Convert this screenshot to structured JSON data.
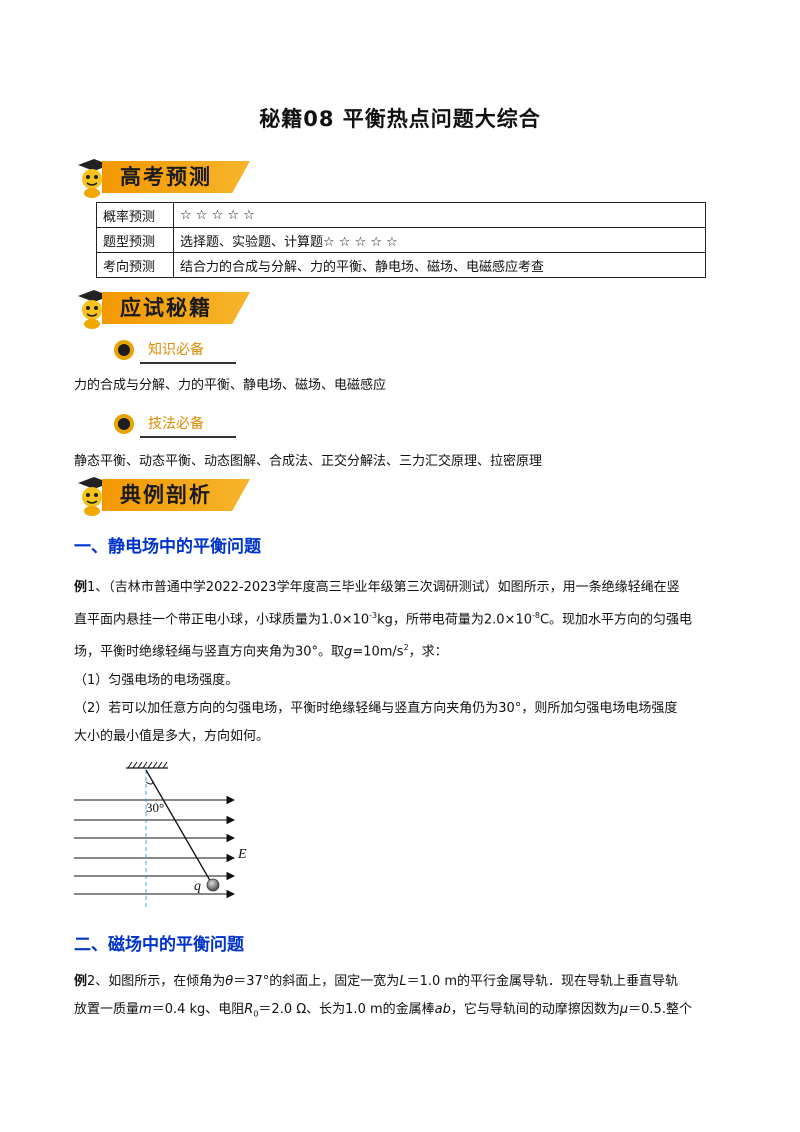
{
  "title": "秘籍08  平衡热点问题大综合",
  "banners": {
    "forecast": "高考预测",
    "tips": "应试秘籍",
    "examples": "典例剖析"
  },
  "table": {
    "rows": [
      {
        "key": "概率预测",
        "value": "☆ ☆ ☆ ☆ ☆"
      },
      {
        "key": "题型预测",
        "value": "选择题、实验题、计算题☆ ☆ ☆ ☆ ☆"
      },
      {
        "key": "考向预测",
        "value": "结合力的合成与分解、力的平衡、静电场、磁场、电磁感应考查"
      }
    ]
  },
  "knowledge": {
    "label": "知识必备",
    "text": "力的合成与分解、力的平衡、静电场、磁场、电磁感应"
  },
  "skills": {
    "label": "技法必备",
    "text": "静态平衡、动态平衡、动态图解、合成法、正交分解法、三力汇交原理、拉密原理"
  },
  "section1": {
    "heading": "一、静电场中的平衡问题",
    "ex_label": "例",
    "ex_num": "1、",
    "p1a": "（吉林市普通中学2022-2023学年度高三毕业年级第三次调研测试）如图所示，用一条绝缘轻绳在竖",
    "p1b_pre": "直平面内悬挂一个带正电小球，小球质量为1.0×10",
    "p1b_exp1": "-3",
    "p1b_mid": "kg，所带电荷量为2.0×10",
    "p1b_exp2": "-8",
    "p1b_post": "C。现加水平方向的匀强电",
    "p1c_pre": "场，平衡时绝缘轻绳与竖直方向夹角为30°。取",
    "p1c_g": "g",
    "p1c_mid": "=10m/s",
    "p1c_exp": "2",
    "p1c_post": "，求：",
    "q1": "（1）匀强电场的电场强度。",
    "q2a": "（2）若可以加任意方向的匀强电场，平衡时绝缘轻绳与竖直方向夹角仍为30°，则所加匀强电场电场强度",
    "q2b": "大小的最小值是多大，方向如何。"
  },
  "figure": {
    "angle": "30°",
    "field": "E",
    "charge": "q"
  },
  "section2": {
    "heading": "二、磁场中的平衡问题",
    "ex_label": "例",
    "l1_pre": "2、如图所示，在倾角为",
    "l1_theta": "θ",
    "l1_mid": "＝37°的斜面上，固定一宽为",
    "l1_L": "L",
    "l1_post": "＝1.0 m的平行金属导轨．现在导轨上垂直导轨",
    "l2_pre": "放置一质量",
    "l2_m": "m",
    "l2_a": "＝0.4 kg、电阻",
    "l2_R": "R",
    "l2_R_sub": "0",
    "l2_b": "＝2.0 Ω、长为1.0 m的金属棒",
    "l2_ab": "ab",
    "l2_c": "，它与导轨间的动摩擦因数为",
    "l2_mu": "μ",
    "l2_d": "＝0.5.整个"
  }
}
